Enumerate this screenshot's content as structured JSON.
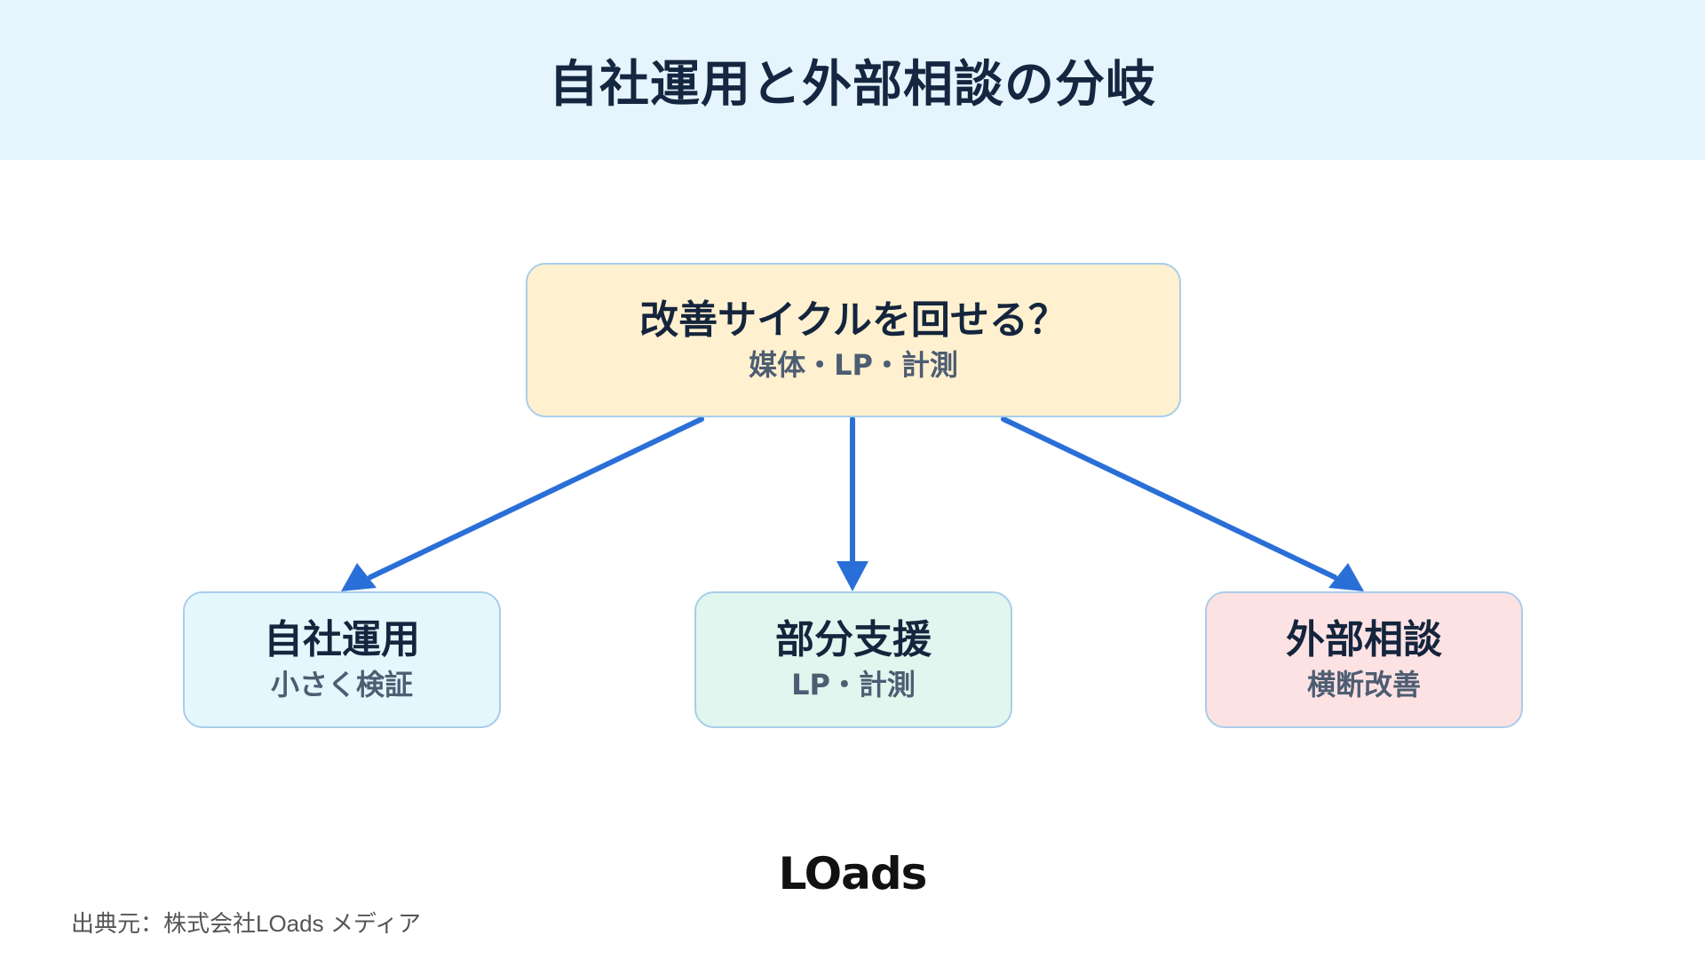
{
  "header": {
    "title": "自社運用と外部相談の分岐"
  },
  "root": {
    "title": "改善サイクルを回せる？",
    "subtitle": "媒体・LP・計測"
  },
  "branches": [
    {
      "title": "自社運用",
      "subtitle": "小さく検証",
      "color": "#e4f7fc"
    },
    {
      "title": "部分支援",
      "subtitle": "LP・計測",
      "color": "#e0f6ee"
    },
    {
      "title": "外部相談",
      "subtitle": "横断改善",
      "color": "#fde2e4"
    }
  ],
  "colors": {
    "arrow": "#2a6fd8",
    "border": "#a9cdea",
    "root_bg": "#fff1cf",
    "header_bg": "#e6f4fd"
  },
  "logo": "LOads",
  "source": "出典元：株式会社LOads メディア"
}
